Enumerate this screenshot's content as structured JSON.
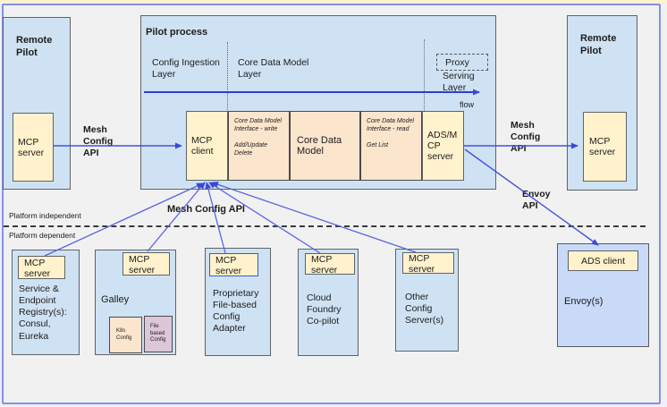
{
  "colors": {
    "panel_blue": "#cfe2f3",
    "panel_blue_alt": "#c9daf8",
    "node_yellow": "#fff2cc",
    "node_tan": "#fce5cd",
    "node_mauve": "#dcc7da",
    "wire_blue": "#4450d9",
    "frame_blue": "#8490ea",
    "frame_yellow": "#fbf2cf"
  },
  "remote_pilot_left": {
    "title": "Remote Pilot",
    "server_label": "MCP server"
  },
  "remote_pilot_right": {
    "title": "Remote Pilot",
    "server_label": "MCP server"
  },
  "pilot_process": {
    "title": "Pilot process",
    "config_ingestion_layer": "Config Ingestion Layer",
    "core_data_model_layer": "Core Data Model Layer",
    "proxy_label": "Proxy",
    "serving_layer_label": "Serving Layer",
    "flow_label": "flow",
    "mcp_client": "MCP client",
    "iface_write_top": "Core Data Model Interface - write",
    "iface_write_bottom": "Add/Update Delete",
    "core_data_model": "Core Data Model",
    "iface_read_top": "Core Data Model Interface - read",
    "iface_read_bottom": "Get List",
    "ads_server": "ADS/M CP server"
  },
  "labels": {
    "mesh_config_api_left": "Mesh Config API",
    "mesh_config_api_right": "Mesh Config API",
    "mesh_config_api_center": "Mesh Config API",
    "envoy_api": "Envoy API",
    "platform_independent": "Platform independent",
    "platform_dependent": "Platform dependent"
  },
  "bottom_boxes": {
    "registry": {
      "server": "MCP server",
      "label": "Service & Endpoint Registry(s): Consul, Eureka"
    },
    "galley": {
      "server": "MCP server",
      "label": "Galley",
      "k8s": "K8s Config",
      "file": "File based Config"
    },
    "proprietary": {
      "server": "MCP server",
      "label": "Proprietary File-based Config Adapter"
    },
    "cloud_foundry": {
      "server": "MCP server",
      "label": "Cloud Foundry Co-pilot"
    },
    "other": {
      "server": "MCP server",
      "label": "Other Config Server(s)"
    },
    "envoy": {
      "client": "ADS client",
      "label": "Envoy(s)"
    }
  }
}
